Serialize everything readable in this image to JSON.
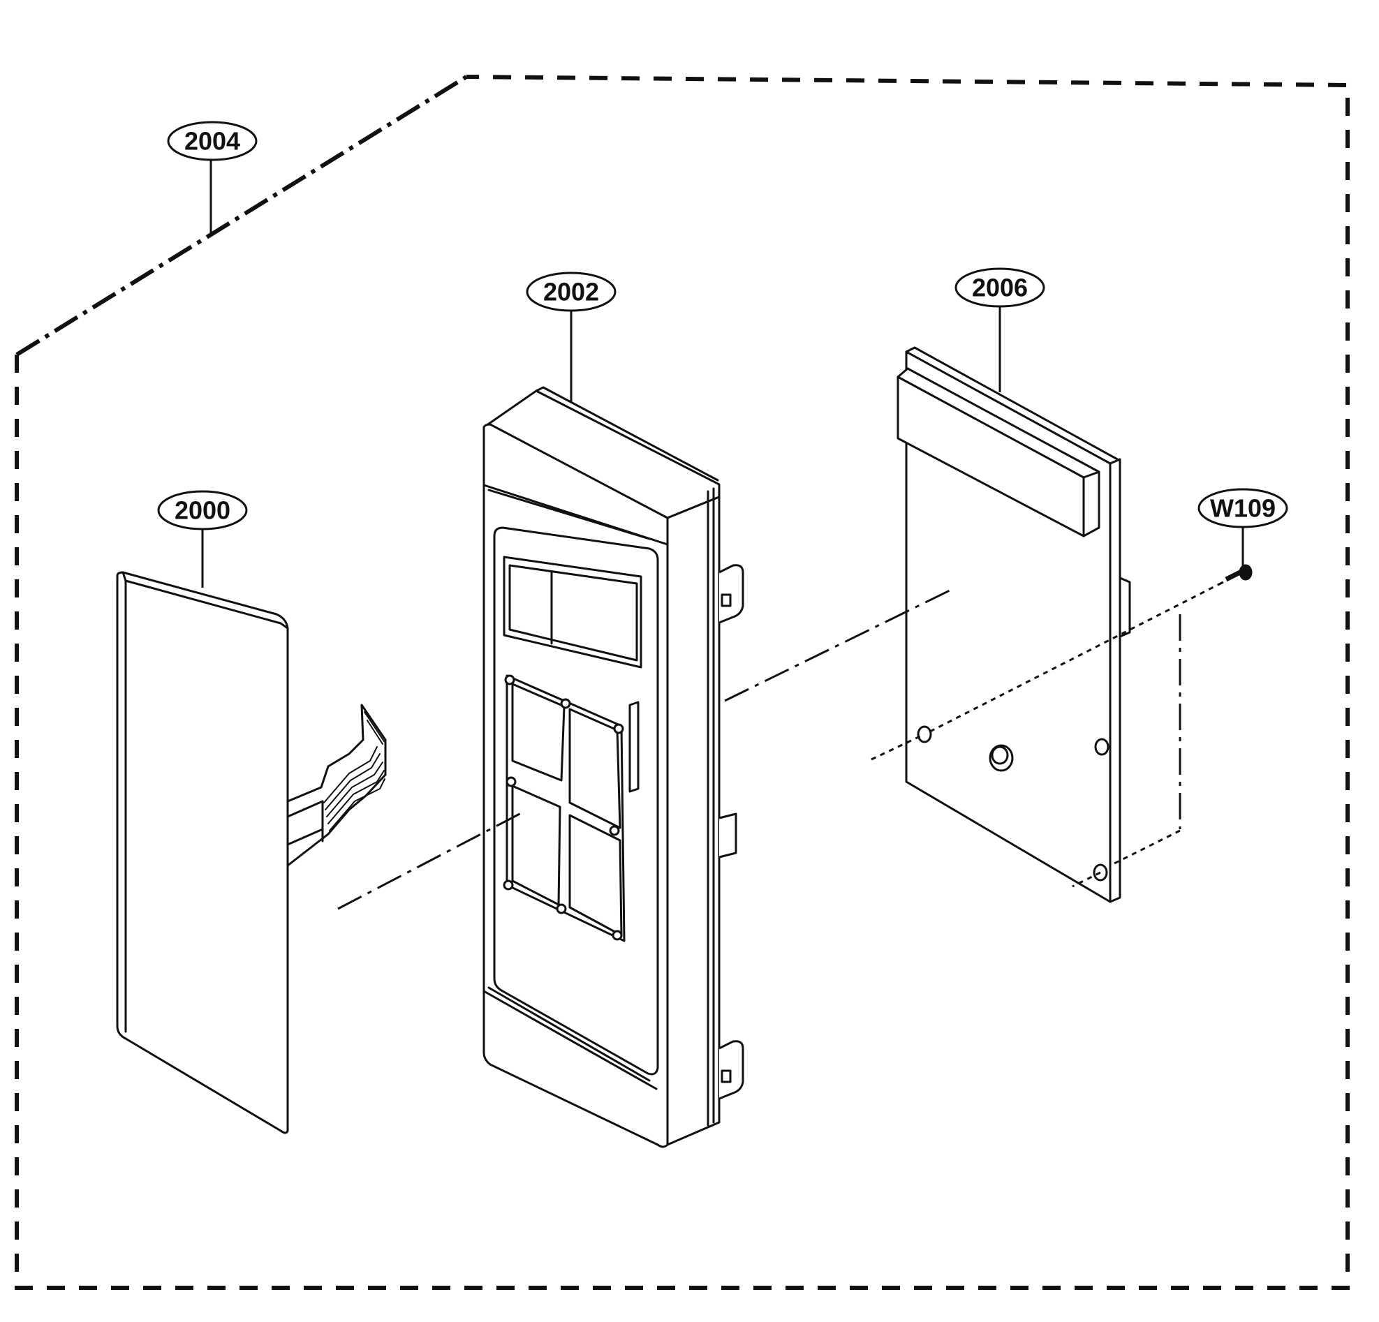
{
  "callouts": {
    "c2004": "2004",
    "c2002": "2002",
    "c2006": "2006",
    "c2000": "2000",
    "cW109": "W109"
  }
}
